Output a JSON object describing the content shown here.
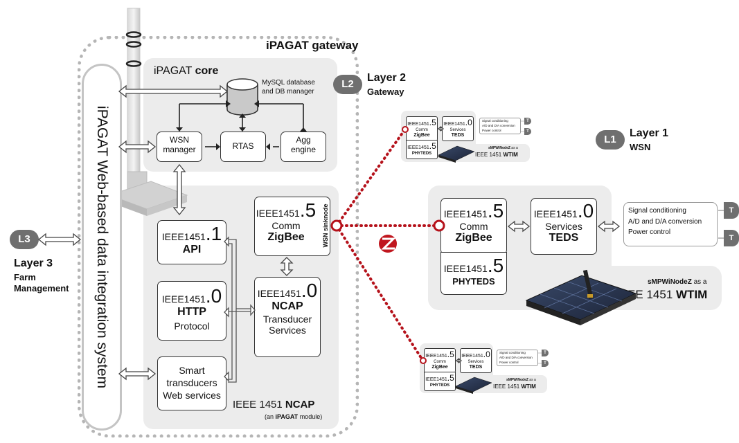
{
  "gateway": {
    "title": "iPAGAT gateway",
    "core_title_prefix": "iPAGAT ",
    "core_title_bold": "core",
    "db_label_1": "MySQL database",
    "db_label_2": "and DB manager",
    "wsn_manager_1": "WSN",
    "wsn_manager_2": "manager",
    "rtas": "RTAS",
    "agg_1": "Agg",
    "agg_2": "engine",
    "web_system": "iPAGAT Web-based data integration system",
    "ncap_footer_prefix": "IEEE 1451 ",
    "ncap_footer_bold": "NCAP",
    "ncap_footer_sub_prefix": "(an ",
    "ncap_footer_sub_bold": "iPAGAT",
    "ncap_footer_sub_suffix": " module)"
  },
  "ncap": {
    "api": {
      "std": "IEEE1451",
      "num": ".1",
      "label": "API"
    },
    "http": {
      "std": "IEEE1451",
      "num": ".0",
      "label": "HTTP",
      "sub": "Protocol"
    },
    "smart": {
      "l1": "Smart",
      "l2": "transducers",
      "l3": "Web services"
    },
    "comm": {
      "std": "IEEE1451",
      "num": ".5",
      "l1": "Comm",
      "l2": "ZigBee",
      "side": "WSN sinknode"
    },
    "services": {
      "std": "IEEE1451",
      "num": ".0",
      "l1": "NCAP",
      "l2": "Transducer",
      "l3": "Services"
    }
  },
  "layers": {
    "l2": {
      "tag": "L2",
      "title": "Layer 2",
      "sub": "Gateway"
    },
    "l1": {
      "tag": "L1",
      "title": "Layer 1",
      "sub": "WSN"
    },
    "l3": {
      "tag": "L3",
      "title": "Layer 3",
      "sub1": "Farm",
      "sub2": "Management"
    }
  },
  "wtim_large": {
    "comm_std": "IEEE1451",
    "comm_num": ".5",
    "comm_l1": "Comm",
    "comm_l2": "ZigBee",
    "phy_std": "IEEE1451",
    "phy_num": ".5",
    "phy_label": "PHYTEDS",
    "svc_std": "IEEE1451",
    "svc_num": ".0",
    "svc_l1": "Services",
    "svc_l2": "TEDS",
    "sig_1": "Signal conditioning",
    "sig_2": "A/D and D/A conversion",
    "sig_3": "Power control",
    "t": "T",
    "caption_bold": "sMPWiNodeZ",
    "caption_rest": " as a",
    "caption2_prefix": "IEEE 1451 ",
    "caption2_bold": "WTIM"
  },
  "wtim_small": {
    "comm_std": "IEEE1451",
    "comm_num": ".5",
    "comm_l1": "Comm",
    "comm_l2": "ZigBee",
    "phy_std": "IEEE1451",
    "phy_num": ".5",
    "phy_label": "PHYTEDS",
    "svc_std": "IEEE1451",
    "svc_num": ".0",
    "svc_l1": "Services",
    "svc_l2": "TEDS",
    "sig_1": "Signal conditioning",
    "sig_2": "A/D and D/A conversion",
    "sig_3": "Power control",
    "t": "T",
    "caption_bold": "sMPWiNodeZ",
    "caption_rest": " as a",
    "caption2_prefix": "IEEE 1451 ",
    "caption2_bold": "WTIM"
  },
  "colors": {
    "panel": "#ececec",
    "tag": "#6f6f6f",
    "link": "#b5121b",
    "zigbee": "#c0161e"
  },
  "icons": [
    "database-icon",
    "antenna-icon",
    "zigbee-logo-icon",
    "solar-node-icon"
  ]
}
